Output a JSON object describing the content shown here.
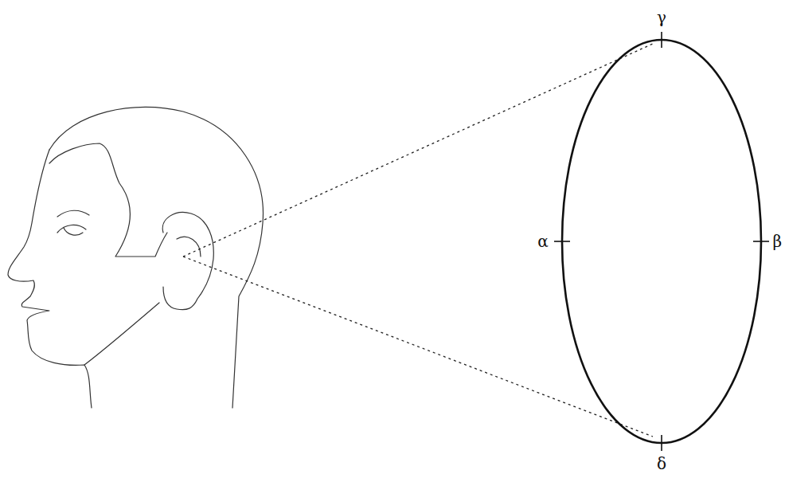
{
  "diagram": {
    "labels": [
      "γ",
      "α",
      "β",
      "δ"
    ]
  }
}
